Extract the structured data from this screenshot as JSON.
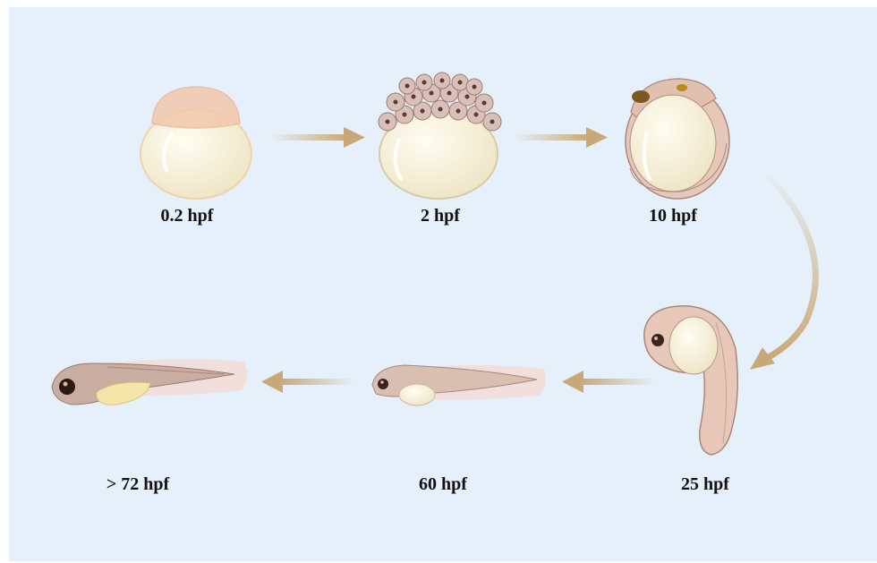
{
  "stages": [
    {
      "label": "0.2 hpf",
      "icon": "single-cell-embryo"
    },
    {
      "label": "2 hpf",
      "icon": "cleavage-embryo"
    },
    {
      "label": "10 hpf",
      "icon": "gastrula-embryo"
    },
    {
      "label": "25 hpf",
      "icon": "segmentation-embryo"
    },
    {
      "label": "60 hpf",
      "icon": "hatching-larva"
    },
    {
      "label": "> 72 hpf",
      "icon": "free-swimming-larva"
    }
  ],
  "colors": {
    "background": "#e6f0fa",
    "arrow": "#c9a878",
    "yolk": "#f7f1dc",
    "embryo_tissue": "#e7c8b8",
    "cell_nucleus": "#5a3a30",
    "larva_body": "#c8ada0",
    "larva_yolk": "#f3e6a8",
    "fin": "#f2dcd6"
  }
}
